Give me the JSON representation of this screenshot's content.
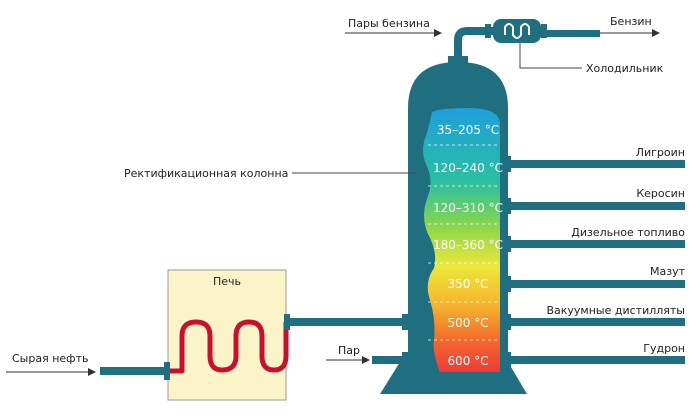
{
  "labels": {
    "gasoline_vapors": "Пары бензина",
    "condenser": "Холодильник",
    "column": "Ректификационная колонна",
    "furnace": "Печь",
    "crude_oil": "Сырая нефть",
    "steam": "Пар"
  },
  "temperatures": [
    "35–205 °C",
    "120–240 °C",
    "120–310 °C",
    "180–360 °C",
    "350 °C",
    "500 °C",
    "600 °C"
  ],
  "products": [
    "Бензин",
    "Лигроин",
    "Керосин",
    "Дизельное топливо",
    "Мазут",
    "Вакуумные дистилляты",
    "Гудрон"
  ],
  "colors": {
    "pipe": "#1f6f80",
    "vessel": "#1f6f80",
    "furnace_fill": "#fbf4c8",
    "coil": "#c8102e",
    "gradient": [
      "#1e9fdc",
      "#2bbfa0",
      "#8cd64a",
      "#eee83a",
      "#f5b32e",
      "#f3692c",
      "#ee3a3a"
    ]
  }
}
